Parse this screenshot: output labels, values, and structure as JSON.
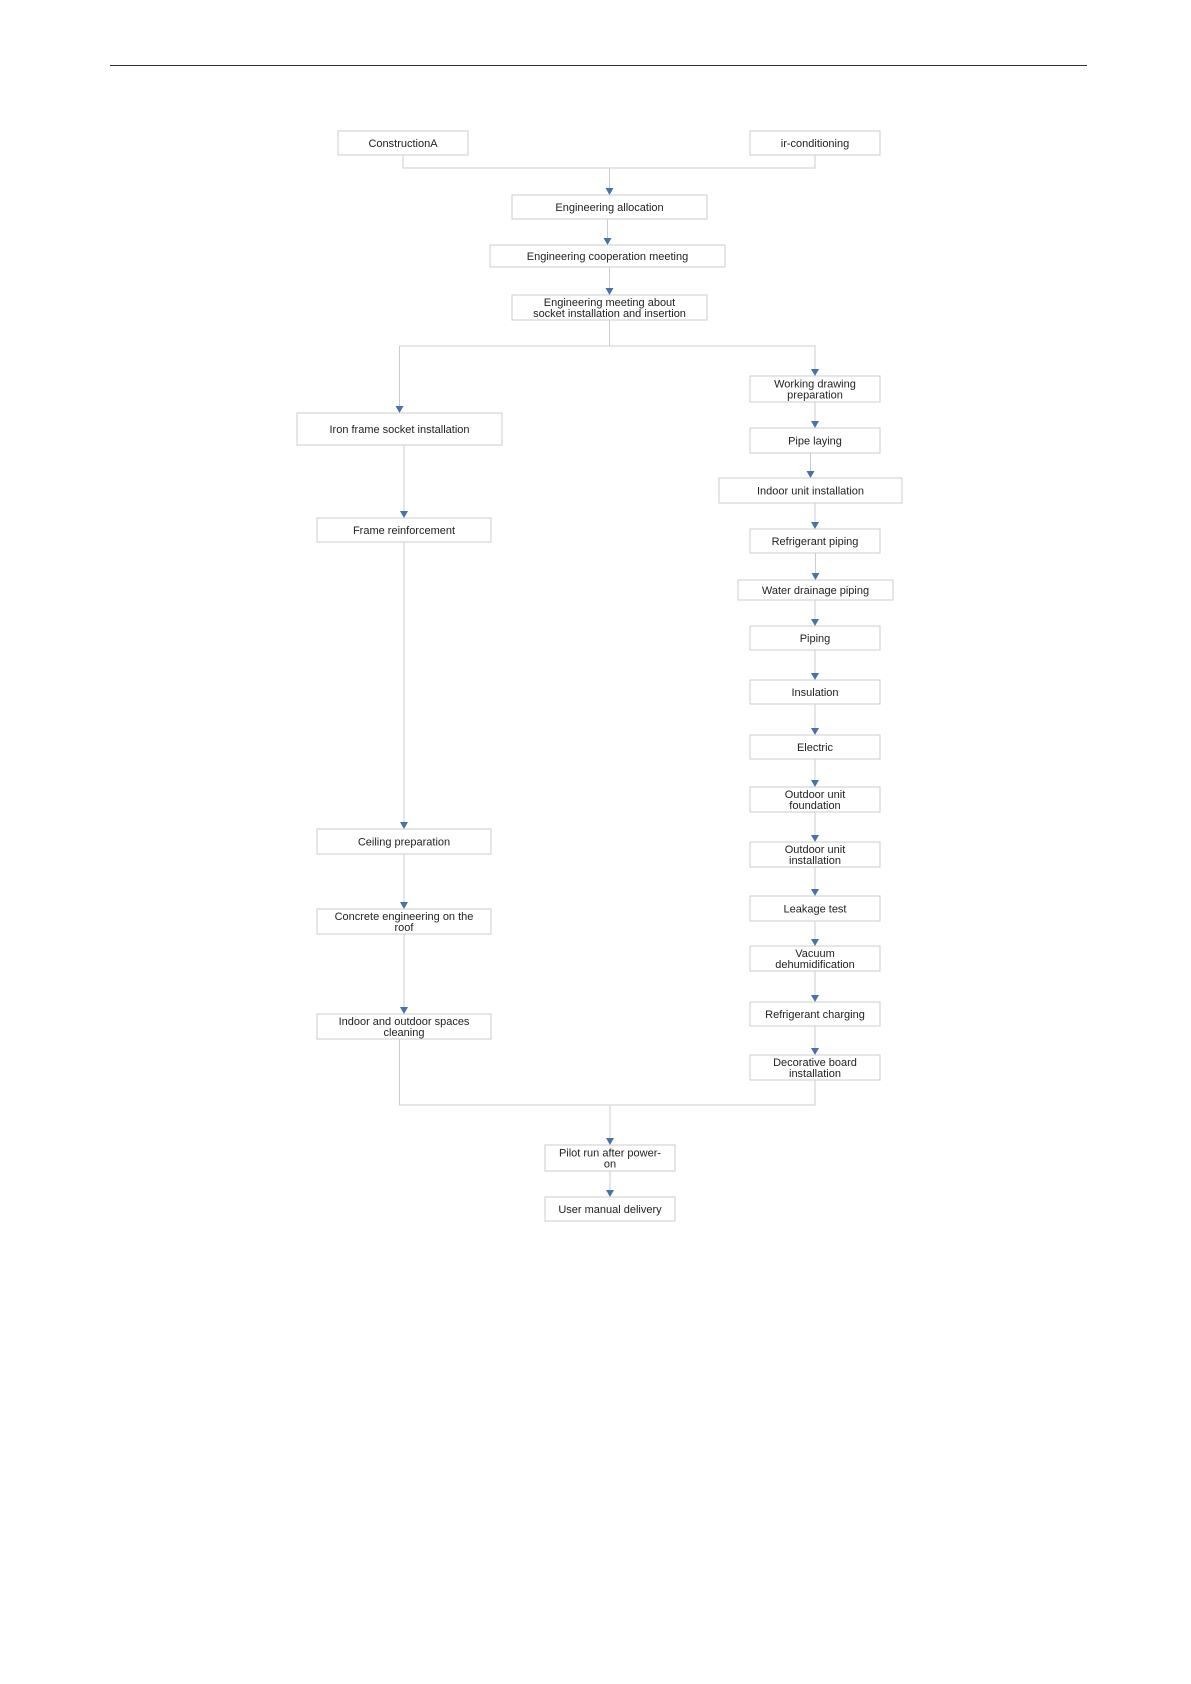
{
  "flowchart": {
    "nodes": {
      "construction_a": [
        "ConstructionA"
      ],
      "air_conditioning": [
        "ir-conditioning"
      ],
      "engineering_allocation": [
        "Engineering allocation"
      ],
      "engineering_cooperation_meeting": [
        "Engineering cooperation meeting"
      ],
      "socket_meeting": [
        "Engineering meeting about",
        "socket installation and insertion"
      ],
      "iron_frame_socket_installation": [
        "Iron frame socket installation"
      ],
      "frame_reinforcement": [
        "Frame reinforcement"
      ],
      "ceiling_preparation": [
        "Ceiling preparation"
      ],
      "concrete_engineering_roof": [
        "Concrete engineering on the",
        "roof"
      ],
      "spaces_cleaning": [
        "Indoor and outdoor spaces",
        "cleaning"
      ],
      "working_drawing_preparation": [
        "Working drawing",
        "preparation"
      ],
      "pipe_laying": [
        "Pipe laying"
      ],
      "indoor_unit_installation": [
        "Indoor unit installation"
      ],
      "refrigerant_piping": [
        "Refrigerant piping"
      ],
      "water_drainage_piping": [
        "Water drainage piping"
      ],
      "piping": [
        "Piping"
      ],
      "insulation": [
        "Insulation"
      ],
      "electric": [
        "Electric"
      ],
      "outdoor_unit_foundation": [
        "Outdoor unit",
        "foundation"
      ],
      "outdoor_unit_installation": [
        "Outdoor unit",
        "installation"
      ],
      "leakage_test": [
        "Leakage test"
      ],
      "vacuum_dehumidification": [
        "Vacuum",
        "dehumidification"
      ],
      "refrigerant_charging": [
        "Refrigerant charging"
      ],
      "decorative_board_installation": [
        "Decorative board",
        "installation"
      ],
      "pilot_run": [
        "Pilot run after power-",
        "on"
      ],
      "user_manual_delivery": [
        "User manual delivery"
      ]
    },
    "edges": [
      [
        "construction_a",
        "engineering_allocation"
      ],
      [
        "air_conditioning",
        "engineering_allocation"
      ],
      [
        "engineering_allocation",
        "engineering_cooperation_meeting"
      ],
      [
        "engineering_cooperation_meeting",
        "socket_meeting"
      ],
      [
        "socket_meeting",
        "iron_frame_socket_installation"
      ],
      [
        "socket_meeting",
        "working_drawing_preparation"
      ],
      [
        "iron_frame_socket_installation",
        "frame_reinforcement"
      ],
      [
        "frame_reinforcement",
        "ceiling_preparation"
      ],
      [
        "ceiling_preparation",
        "concrete_engineering_roof"
      ],
      [
        "concrete_engineering_roof",
        "spaces_cleaning"
      ],
      [
        "working_drawing_preparation",
        "pipe_laying"
      ],
      [
        "pipe_laying",
        "indoor_unit_installation"
      ],
      [
        "indoor_unit_installation",
        "refrigerant_piping"
      ],
      [
        "refrigerant_piping",
        "water_drainage_piping"
      ],
      [
        "water_drainage_piping",
        "piping"
      ],
      [
        "piping",
        "insulation"
      ],
      [
        "insulation",
        "electric"
      ],
      [
        "electric",
        "outdoor_unit_foundation"
      ],
      [
        "outdoor_unit_foundation",
        "outdoor_unit_installation"
      ],
      [
        "outdoor_unit_installation",
        "leakage_test"
      ],
      [
        "leakage_test",
        "vacuum_dehumidification"
      ],
      [
        "vacuum_dehumidification",
        "refrigerant_charging"
      ],
      [
        "refrigerant_charging",
        "decorative_board_installation"
      ],
      [
        "spaces_cleaning",
        "pilot_run"
      ],
      [
        "decorative_board_installation",
        "pilot_run"
      ],
      [
        "pilot_run",
        "user_manual_delivery"
      ]
    ],
    "colors": {
      "box_border": "#c9cdd2",
      "connector": "#c9cdd2",
      "arrow": "#4a72a6",
      "text": "#222222"
    }
  }
}
